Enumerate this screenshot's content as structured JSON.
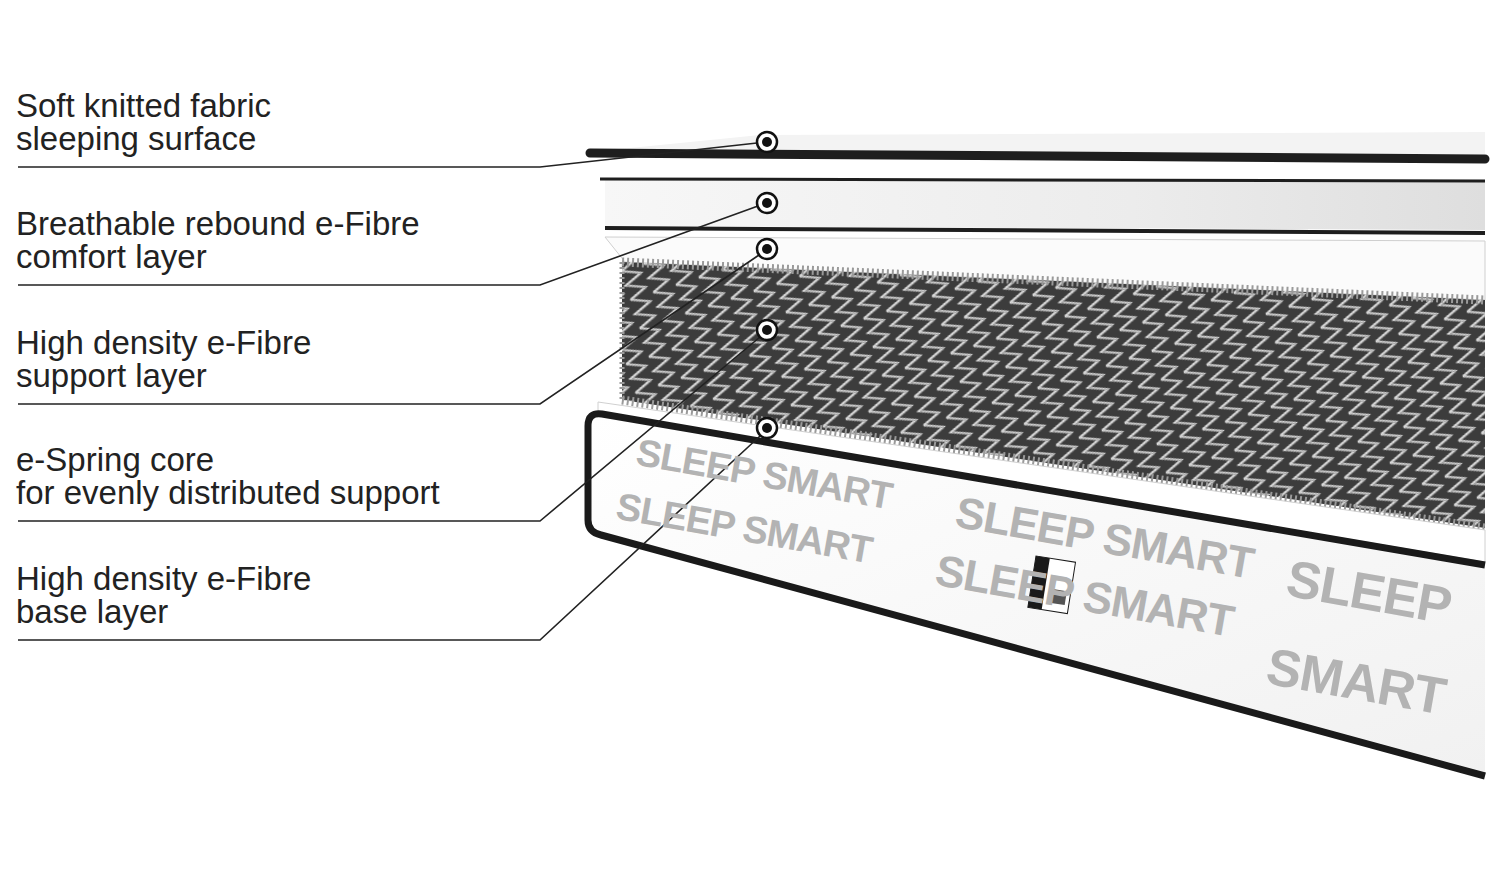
{
  "diagram": {
    "labels": [
      "Soft knitted fabric sleeping surface",
      "Breathable rebound e-Fibre comfort layer",
      "High density e-Fibre support layer",
      "e-Spring core for evenly distributed support",
      "High density e-Fibre base layer",
      "SLEEP SMART",
      "SLEEP SMART",
      "SLEEP SMART",
      "SLEEP SMART",
      "SLEEP",
      "SMART"
    ]
  }
}
